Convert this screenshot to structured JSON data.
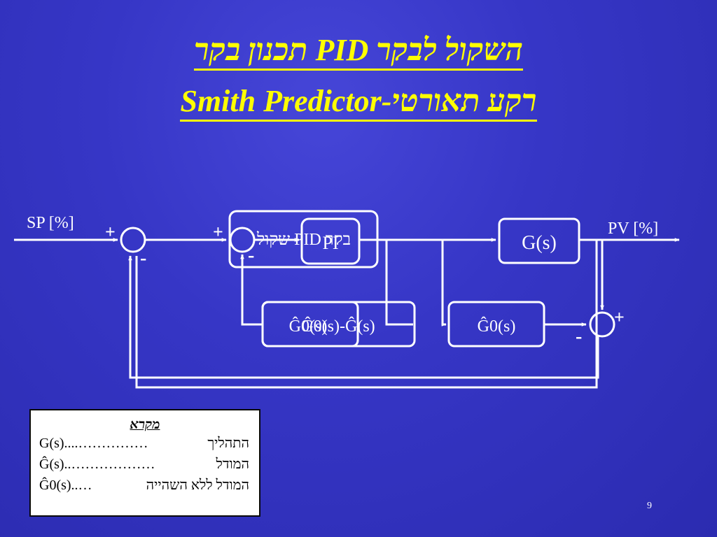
{
  "title": {
    "line1": "תכנון בקר PID השקול לבקר",
    "line2": "Smith Predictor-רקע תאורטי"
  },
  "diagram": {
    "sp_label": "SP [%]",
    "pv_label": "PV [%]",
    "plus": "+",
    "minus": "-",
    "pid_equiv_label": "בקר PID שקול",
    "pi_label": "PI",
    "g_label": "G(s)",
    "g0hat_label": "Ĝ0(s)",
    "g0hat_minus_ghat_label": "Ĝ0(s)-Ĝ(s)"
  },
  "legend": {
    "heading": "מקרא",
    "rows": [
      {
        "symbol": "G(s)....……………",
        "text": "התהליך"
      },
      {
        "symbol": "Ĝ(s)..………………",
        "text": "המודל"
      },
      {
        "symbol": "Ĝ0(s)..… ",
        "text": "המודל ללא השהייה"
      }
    ]
  },
  "page_number": "9",
  "colors": {
    "background": "#3535c4",
    "title": "#ffff00",
    "lines": "#ffffff",
    "legend_bg": "#ffffff"
  }
}
